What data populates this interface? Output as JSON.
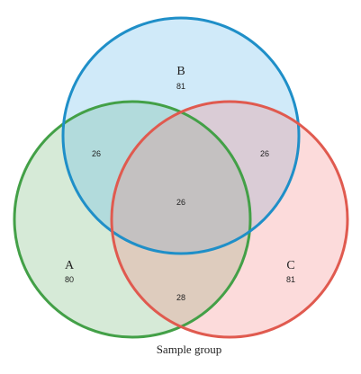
{
  "chart_data": {
    "type": "venn",
    "caption": "Sample group",
    "sets": [
      {
        "id": "A",
        "name": "A",
        "count": "80",
        "color": "#43a047",
        "fill": "#43a047"
      },
      {
        "id": "B",
        "name": "B",
        "count": "81",
        "color": "#1f8fc8",
        "fill": "#56b4e9"
      },
      {
        "id": "C",
        "name": "C",
        "count": "81",
        "color": "#e05a4f",
        "fill": "#f47c7c"
      }
    ],
    "intersections": [
      {
        "sets": [
          "A",
          "B"
        ],
        "count": "26"
      },
      {
        "sets": [
          "B",
          "C"
        ],
        "count": "26"
      },
      {
        "sets": [
          "A",
          "C"
        ],
        "count": "28"
      },
      {
        "sets": [
          "A",
          "B",
          "C"
        ],
        "count": "26"
      }
    ]
  }
}
